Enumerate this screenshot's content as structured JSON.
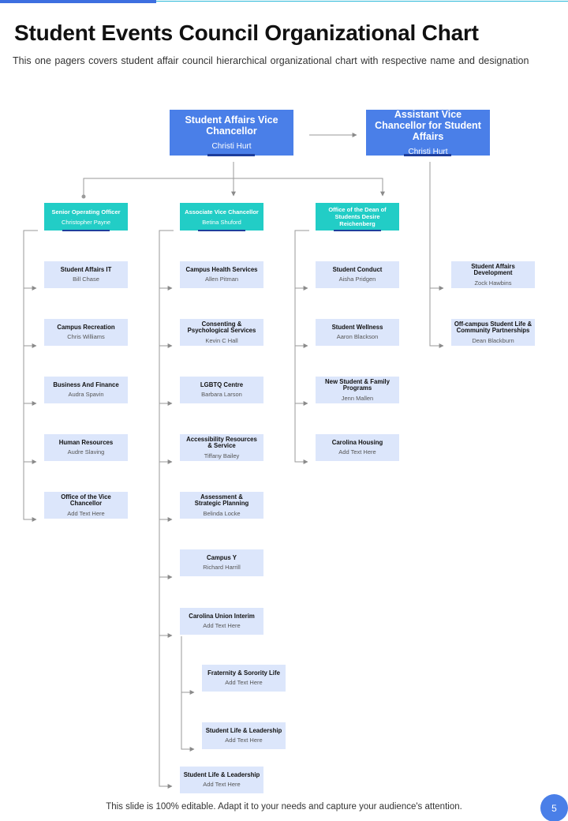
{
  "page": {
    "title": "Student Events Council Organizational Chart",
    "subtitle": "This one pagers covers student affair council hierarchical organizational chart with respective name and designation",
    "footer": "This slide is 100% editable. Adapt it to your needs and capture your audience's attention.",
    "page_number": "5"
  },
  "top": [
    {
      "name": "Student Affairs Vice Chancellor",
      "person": "Christi Hurt"
    },
    {
      "name": "Assistant Vice Chancellor for Student Affairs",
      "person": "Christi Hurt"
    }
  ],
  "heads": [
    {
      "name": "Senior Operating Officer",
      "person": "Christopher Payne"
    },
    {
      "name": "Associate Vice Chancellor",
      "person": "Betina Shuford"
    },
    {
      "name": "Office of the Dean of Students Desire Reichenberg",
      "person": ""
    }
  ],
  "col1": [
    {
      "name": "Student Affairs IT",
      "person": "Bill Chase"
    },
    {
      "name": "Campus Recreation",
      "person": "Chris Williams"
    },
    {
      "name": "Business And Finance",
      "person": "Audra Spavin"
    },
    {
      "name": "Human Resources",
      "person": "Audre Slaving"
    },
    {
      "name": "Office of the Vice Chancellor",
      "person": "Add Text Here"
    }
  ],
  "col2": [
    {
      "name": "Campus Health Services",
      "person": "Allen Pitman"
    },
    {
      "name": "Consenting & Psychological Services",
      "person": "Kevin C Hall"
    },
    {
      "name": "LGBTQ Centre",
      "person": "Barbara Larson"
    },
    {
      "name": "Accessibility Resources & Service",
      "person": "Tiffany Bailey"
    },
    {
      "name": "Assessment & Strategic Planning",
      "person": "Belinda Locke"
    },
    {
      "name": "Campus Y",
      "person": "Richard Harrill"
    },
    {
      "name": "Carolina Union Interim",
      "person": "Add Text Here"
    },
    {
      "name": "Student Life & Leadership",
      "person": "Add Text Here"
    }
  ],
  "col2_sub": [
    {
      "name": "Fraternity & Sorority Life",
      "person": "Add Text Here"
    },
    {
      "name": "Student Life & Leadership",
      "person": "Add Text Here"
    }
  ],
  "col3": [
    {
      "name": "Student Conduct",
      "person": "Aisha Pridgen"
    },
    {
      "name": "Student Wellness",
      "person": "Aaron Blackson"
    },
    {
      "name": "New Student & Family Programs",
      "person": "Jenn Mallen"
    },
    {
      "name": "Carolina Housing",
      "person": "Add Text Here"
    }
  ],
  "col4": [
    {
      "name": "Student Affairs Development",
      "person": "Zock Hawbins"
    },
    {
      "name": "Off-campus Student Life & Community Partnerships",
      "person": "Dean Blackburn"
    }
  ],
  "colors": {
    "primary": "#4a7fe8",
    "teal": "#22cdc6",
    "leaf": "#dce6fb",
    "accent_bar": "#1d3e9c"
  }
}
